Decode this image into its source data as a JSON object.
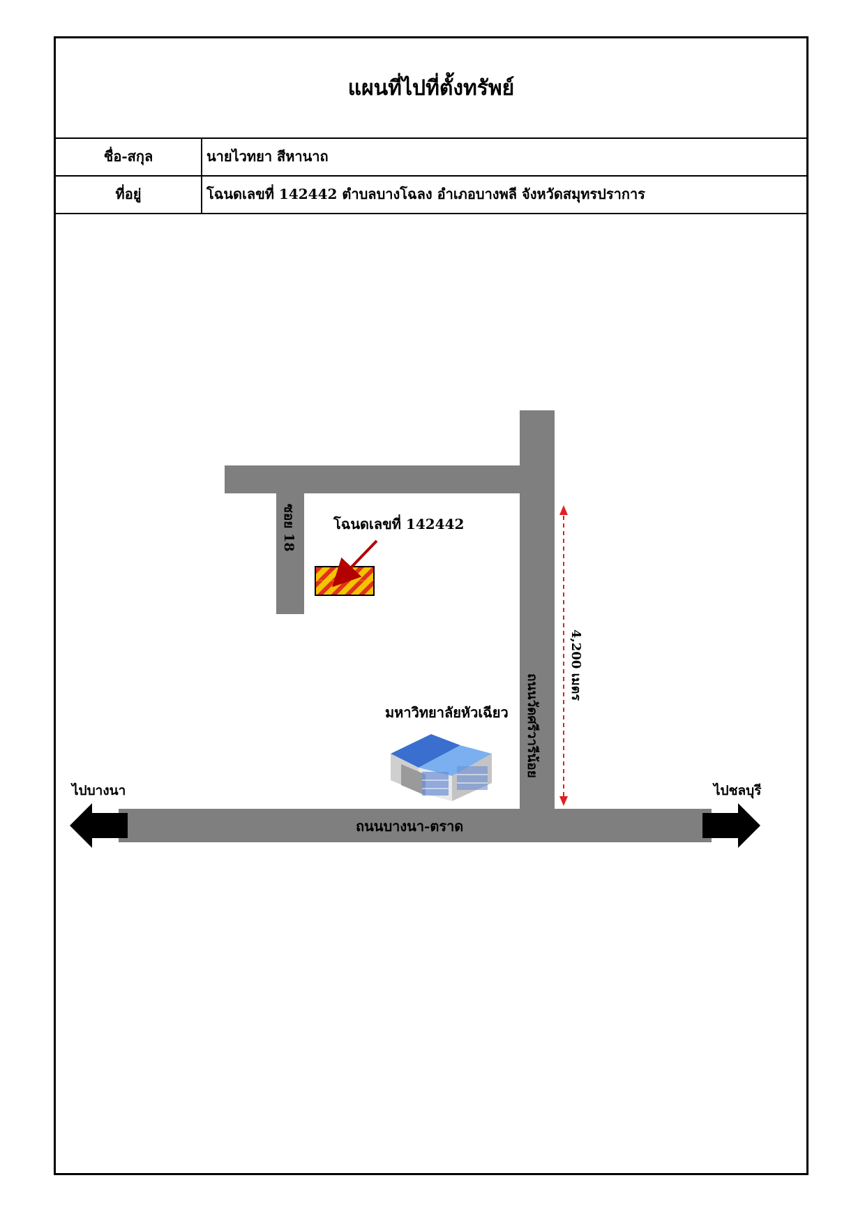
{
  "header": {
    "title": "แผนที่ไปที่ตั้งทรัพย์"
  },
  "info": {
    "name_label": "ชื่อ-สกุล",
    "name_value": "นายไวทยา สีหานาถ",
    "address_label": "ที่อยู่",
    "address_value": "โฉนดเลขที่ 142442 ตำบลบางโฉลง อำเภอบางพลี จังหวัดสมุทรปราการ"
  },
  "map": {
    "parcel_label": "โฉนดเลขที่ 142442",
    "soi_label": "ซอย 18",
    "vertical_road_label": "ถนนวัดศรีวารีน้อย",
    "distance_label": "4,200 เมตร",
    "landmark_label": "มหาวิทยาลัยหัวเฉียว",
    "main_road_label": "ถนนบางนา-ตราด",
    "left_direction": "ไปบางนา",
    "right_direction": "ไปชลบุรี",
    "colors": {
      "road": "#7f7f7f",
      "parcel_fill": "#f5c400",
      "parcel_hatch": "#e0301e",
      "pointer_arrow": "#b30000",
      "distance_line": "#e02020",
      "direction_arrow": "#000000"
    }
  }
}
